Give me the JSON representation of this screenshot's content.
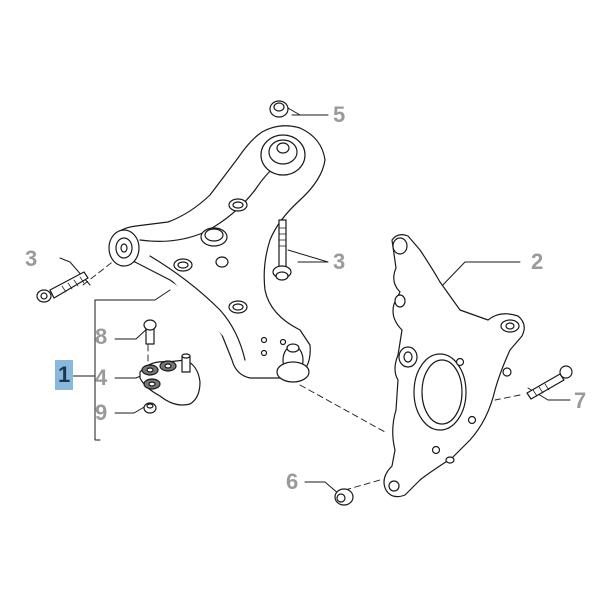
{
  "diagram": {
    "type": "exploded parts diagram",
    "subject": "front suspension lower control arm and steering knuckle",
    "colors": {
      "label_text": "#9a9a9a",
      "highlight_bg": "#8ab8dd",
      "highlight_text": "#1b3552",
      "line": "#1a1a1a",
      "part_fill": "#ffffff"
    }
  },
  "callouts": [
    {
      "id": "1",
      "label": "1",
      "part": "control-arm-assembly",
      "highlighted": true
    },
    {
      "id": "2",
      "label": "2",
      "part": "steering-knuckle"
    },
    {
      "id": "3a",
      "label": "3",
      "part": "front-bushing-bolt"
    },
    {
      "id": "3b",
      "label": "3",
      "part": "rear-bushing-bolt"
    },
    {
      "id": "4",
      "label": "4",
      "part": "ball-joint-washers"
    },
    {
      "id": "5",
      "label": "5",
      "part": "flange-nut-top"
    },
    {
      "id": "6",
      "label": "6",
      "part": "flange-nut-bottom"
    },
    {
      "id": "7",
      "label": "7",
      "part": "knuckle-pinch-bolt"
    },
    {
      "id": "8",
      "label": "8",
      "part": "ball-joint-bolt"
    },
    {
      "id": "9",
      "label": "9",
      "part": "ball-joint-nut"
    }
  ]
}
